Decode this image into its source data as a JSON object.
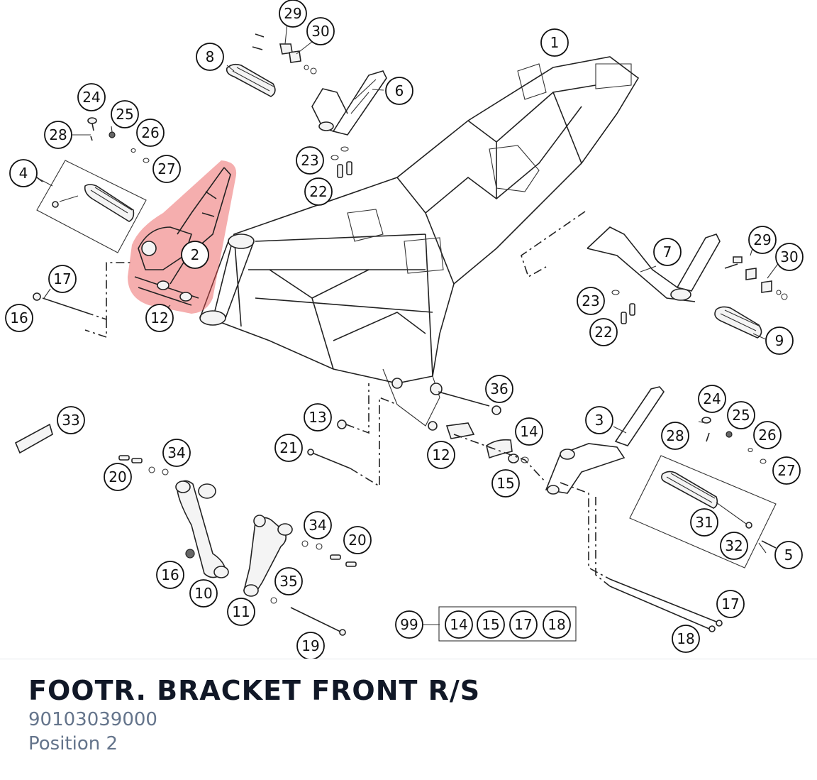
{
  "diagram": {
    "highlight_color": "#e84c4c",
    "highlighted_callout": "2",
    "callouts": [
      "1",
      "2",
      "3",
      "4",
      "5",
      "6",
      "7",
      "8",
      "9",
      "10",
      "11",
      "12",
      "12",
      "13",
      "14",
      "14",
      "15",
      "15",
      "16",
      "16",
      "17",
      "17",
      "17",
      "18",
      "18",
      "19",
      "20",
      "20",
      "21",
      "22",
      "22",
      "23",
      "23",
      "24",
      "24",
      "25",
      "25",
      "26",
      "26",
      "27",
      "27",
      "28",
      "28",
      "29",
      "29",
      "30",
      "30",
      "31",
      "32",
      "33",
      "34",
      "34",
      "35",
      "36",
      "99"
    ],
    "kit_group": {
      "label": "99",
      "items": [
        "14",
        "15",
        "17",
        "18"
      ]
    }
  },
  "part": {
    "title": "FOOTR. BRACKET FRONT R/S",
    "number": "90103039000",
    "position": "Position 2"
  }
}
